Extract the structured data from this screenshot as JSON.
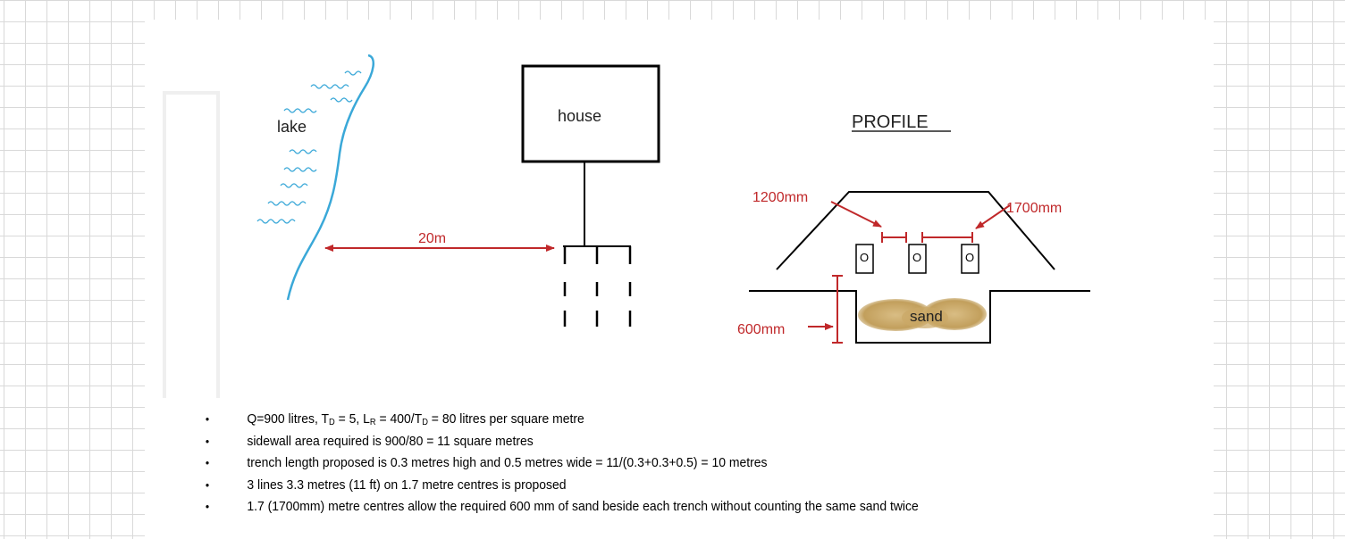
{
  "labels": {
    "lake": "lake",
    "house": "house",
    "profile": "PROFILE",
    "distance": "20m",
    "left_centre": "1200mm",
    "right_centre": "1700mm",
    "depth": "600mm",
    "sand": "sand"
  },
  "bullets": [
    {
      "parts": [
        {
          "t": "Q=900 litres, T"
        },
        {
          "sub": "D"
        },
        {
          "t": " = 5, L"
        },
        {
          "sub": "R"
        },
        {
          "t": " = 400/T"
        },
        {
          "sub": "D"
        },
        {
          "t": " = 80 litres per square metre"
        }
      ]
    },
    {
      "parts": [
        {
          "t": "sidewall area required is 900/80  = 11 square metres"
        }
      ]
    },
    {
      "parts": [
        {
          "t": "trench length proposed is 0.3 metres high and 0.5 metres wide = 11/(0.3+0.3+0.5) = 10 metres"
        }
      ]
    },
    {
      "parts": [
        {
          "t": "3 lines 3.3 metres (11 ft) on 1.7 metre centres is proposed"
        }
      ]
    },
    {
      "parts": [
        {
          "t": "1.7 (1700mm) metre centres allow the required 600 mm of sand beside each trench without counting the same sand twice"
        }
      ]
    }
  ],
  "bullet_symbol": "•",
  "trench_pipe_symbol": "O",
  "colors": {
    "lake": "#3aa8d8",
    "dimension": "#c0282a",
    "line": "#000000",
    "sand": "#c8a96a",
    "grid": "#d9d9d9"
  }
}
